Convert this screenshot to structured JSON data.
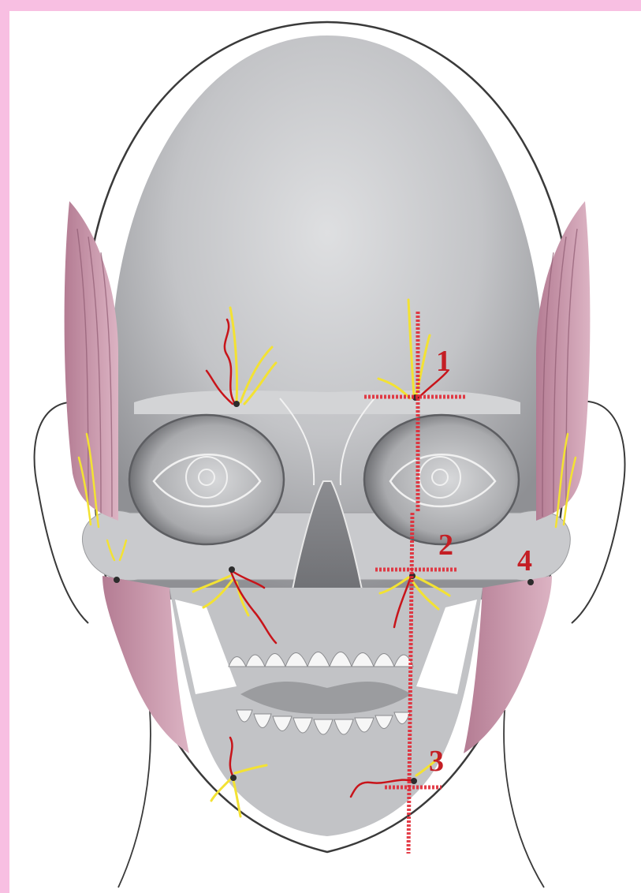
{
  "labels": {
    "point_1": "1",
    "point_2": "2",
    "point_3": "3",
    "point_4": "4"
  },
  "colors": {
    "frame": "#f8bfe2",
    "skull": "#c6c7c9",
    "muscle": "#c98fa6",
    "nerve": "#f3e233",
    "vessel": "#c8141a",
    "guide_line": "#e22a36",
    "label": "#c41e24"
  }
}
